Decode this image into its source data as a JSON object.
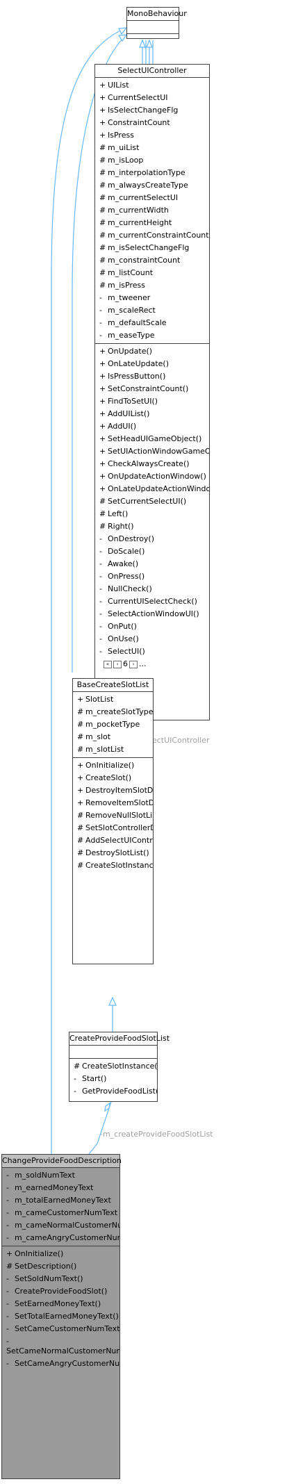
{
  "colors": {
    "edge": "#63b8ff",
    "border": "#404040",
    "focus_fill": "#9a9a9a",
    "label": "#a0a0a0"
  },
  "mono": {
    "title": "MonoBehaviour"
  },
  "select": {
    "title": "SelectUIController",
    "attrs": [
      {
        "v": "+",
        "n": "UIList"
      },
      {
        "v": "+",
        "n": "CurrentSelectUI"
      },
      {
        "v": "+",
        "n": "IsSelectChangeFlg"
      },
      {
        "v": "+",
        "n": "ConstraintCount"
      },
      {
        "v": "+",
        "n": "IsPress"
      },
      {
        "v": "#",
        "n": "m_uiList"
      },
      {
        "v": "#",
        "n": "m_isLoop"
      },
      {
        "v": "#",
        "n": "m_interpolationType"
      },
      {
        "v": "#",
        "n": "m_alwaysCreateType"
      },
      {
        "v": "#",
        "n": "m_currentSelectUI"
      },
      {
        "v": "#",
        "n": "m_currentWidth"
      },
      {
        "v": "#",
        "n": "m_currentHeight"
      },
      {
        "v": "#",
        "n": "m_currentConstraintCount"
      },
      {
        "v": "#",
        "n": "m_isSelectChangeFlg"
      },
      {
        "v": "#",
        "n": "m_constraintCount"
      },
      {
        "v": "#",
        "n": "m_listCount"
      },
      {
        "v": "#",
        "n": "m_isPress"
      },
      {
        "v": "-",
        "n": "m_tweener"
      },
      {
        "v": "-",
        "n": "m_scaleRect"
      },
      {
        "v": "-",
        "n": "m_defaultScale"
      },
      {
        "v": "-",
        "n": "m_easeType"
      }
    ],
    "methods": [
      {
        "v": "+",
        "n": "OnUpdate()"
      },
      {
        "v": "+",
        "n": "OnLateUpdate()"
      },
      {
        "v": "+",
        "n": "IsPressButton()"
      },
      {
        "v": "+",
        "n": "SetConstraintCount()"
      },
      {
        "v": "+",
        "n": "FindToSetUI()"
      },
      {
        "v": "+",
        "n": "AddUIList()"
      },
      {
        "v": "+",
        "n": "AddUI()"
      },
      {
        "v": "+",
        "n": "SetHeadUIGameObject()"
      },
      {
        "v": "+",
        "n": "SetUIActionWindowGameObject()"
      },
      {
        "v": "+",
        "n": "CheckAlwaysCreate()"
      },
      {
        "v": "+",
        "n": "OnUpdateActionWindow()"
      },
      {
        "v": "+",
        "n": "OnLateUpdateActionWindow()"
      },
      {
        "v": "#",
        "n": "SetCurrentSelectUI()"
      },
      {
        "v": "#",
        "n": "Left()"
      },
      {
        "v": "#",
        "n": "Right()"
      },
      {
        "v": "-",
        "n": "OnDestroy()"
      },
      {
        "v": "-",
        "n": "DoScale()"
      },
      {
        "v": "-",
        "n": "Awake()"
      },
      {
        "v": "-",
        "n": "OnPress()"
      },
      {
        "v": "-",
        "n": "NullCheck()"
      },
      {
        "v": "-",
        "n": "CurrentUISelectCheck()"
      },
      {
        "v": "-",
        "n": "SelectActionWindowUI()"
      },
      {
        "v": "-",
        "n": "OnPut()"
      },
      {
        "v": "-",
        "n": "OnUse()"
      },
      {
        "v": "-",
        "n": "SelectUI()"
      }
    ],
    "more_count": "6",
    "more_dots": "..."
  },
  "base": {
    "title": "BaseCreateSlotList",
    "attrs": [
      {
        "v": "+",
        "n": "SlotList"
      },
      {
        "v": "#",
        "n": "m_createSlotType"
      },
      {
        "v": "#",
        "n": "m_pocketType"
      },
      {
        "v": "#",
        "n": "m_slot"
      },
      {
        "v": "#",
        "n": "m_slotList"
      }
    ],
    "methods": [
      {
        "v": "+",
        "n": "OnInitialize()"
      },
      {
        "v": "+",
        "n": "CreateSlot()"
      },
      {
        "v": "+",
        "n": "DestroyItemSlotData()"
      },
      {
        "v": "+",
        "n": "RemoveItemSlotData()"
      },
      {
        "v": "#",
        "n": "RemoveNullSlotList()"
      },
      {
        "v": "#",
        "n": "SetSlotControllerData()"
      },
      {
        "v": "#",
        "n": "AddSelectUIControler()"
      },
      {
        "v": "#",
        "n": "DestroySlotList()"
      },
      {
        "v": "#",
        "n": "CreateSlotInstance()"
      }
    ]
  },
  "provide": {
    "title": "CreateProvideFoodSlotList",
    "methods": [
      {
        "v": "#",
        "n": "CreateSlotInstance()"
      },
      {
        "v": "-",
        "n": "Start()"
      },
      {
        "v": "-",
        "n": "GetProvideFoodList()"
      }
    ]
  },
  "change": {
    "title": "ChangeProvideFoodDescription",
    "attrs": [
      {
        "v": "-",
        "n": "m_soldNumText"
      },
      {
        "v": "-",
        "n": "m_earnedMoneyText"
      },
      {
        "v": "-",
        "n": "m_totalEarnedMoneyText"
      },
      {
        "v": "-",
        "n": "m_cameCustomerNumText"
      },
      {
        "v": "-",
        "n": "m_cameNormalCustomerNumText"
      },
      {
        "v": "-",
        "n": "m_cameAngryCustomerNumText"
      }
    ],
    "methods": [
      {
        "v": "+",
        "n": "OnInitialize()"
      },
      {
        "v": "#",
        "n": "SetDescription()"
      },
      {
        "v": "-",
        "n": "SetSoldNumText()"
      },
      {
        "v": "-",
        "n": "CreateProvideFoodSlot()"
      },
      {
        "v": "-",
        "n": "SetEarnedMoneyText()"
      },
      {
        "v": "-",
        "n": "SetTotalEarnedMoneyText()"
      },
      {
        "v": "-",
        "n": "SetCameCustomerNumText()"
      },
      {
        "v": "-",
        "n": "SetCameNormalCustomerNumText()",
        "wrap": true
      },
      {
        "v": "-",
        "n": "SetCameAngryCustomerNumText()"
      }
    ]
  },
  "edge_labels": {
    "select_to_base": "#m_selectUIController",
    "provide_to_change": "-m_createProvideFoodSlotList"
  }
}
